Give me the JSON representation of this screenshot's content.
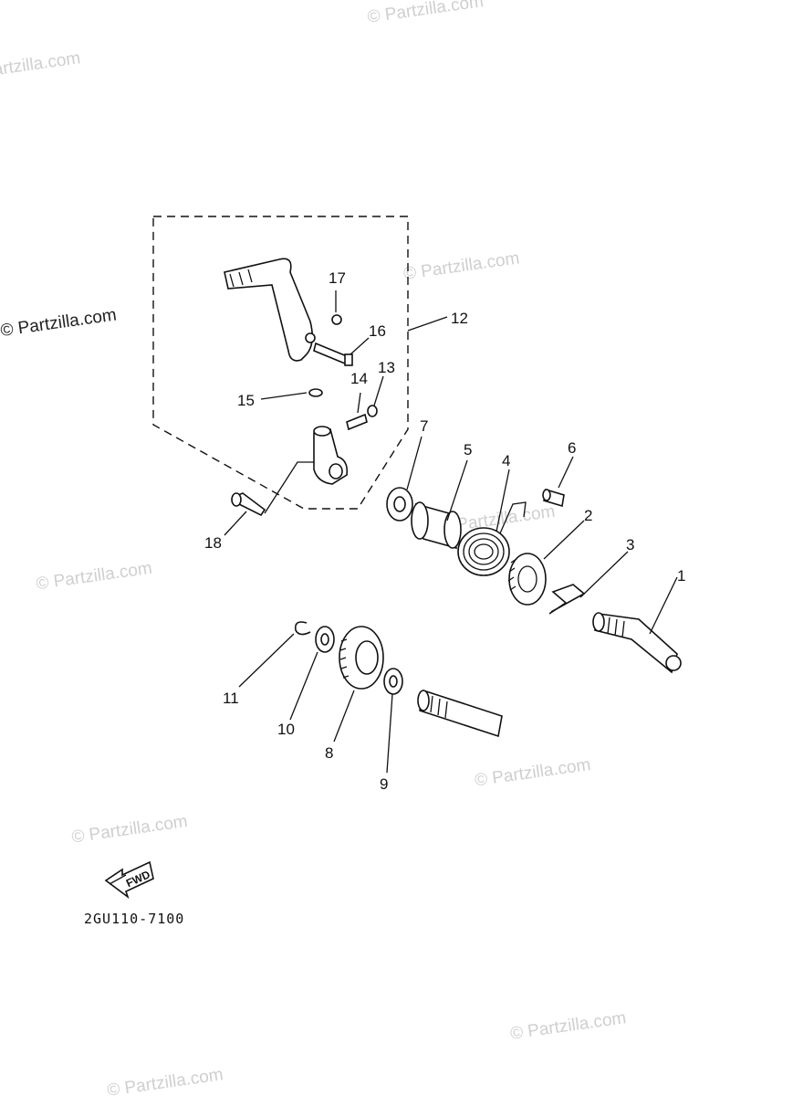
{
  "watermarks": {
    "text": "© Partzilla.com",
    "color_light": "#cfcfcf",
    "color_dark": "#222222"
  },
  "callouts": [
    "1",
    "2",
    "3",
    "4",
    "5",
    "6",
    "7",
    "8",
    "9",
    "10",
    "11",
    "12",
    "13",
    "14",
    "15",
    "16",
    "17",
    "18"
  ],
  "fwd_label": "FWD",
  "diagram_code": "2GU110-7100"
}
